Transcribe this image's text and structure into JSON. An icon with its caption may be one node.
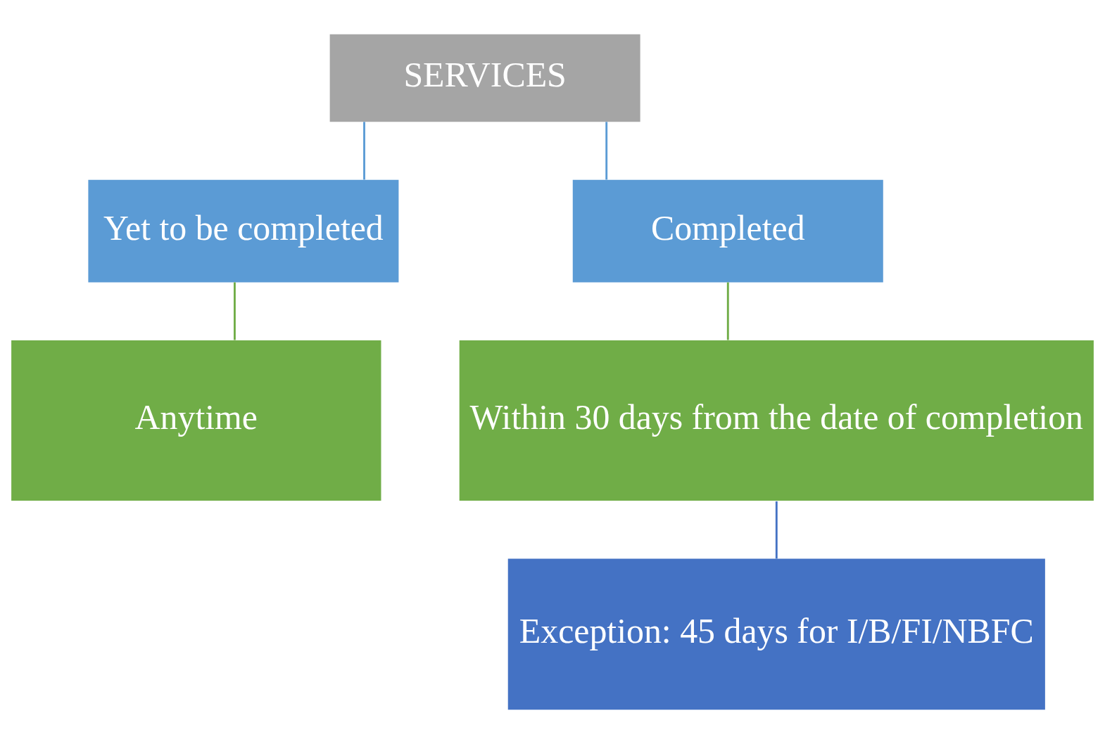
{
  "diagram": {
    "nodes": [
      {
        "text": [
          "SERVICES"
        ]
      },
      {
        "text": [
          "Yet to be completed"
        ]
      },
      {
        "text": [
          "Completed"
        ]
      },
      {
        "text": [
          "Anytime"
        ]
      },
      {
        "text": [
          "Within 30 days from the date of completion"
        ]
      },
      {
        "text": [
          "Exception: 45 days for I/B/FI/NBFC"
        ]
      }
    ],
    "edges": [
      {
        "from": 0,
        "to": 1,
        "arrow": "none",
        "color": "#5b9bd5"
      },
      {
        "from": 0,
        "to": 2,
        "arrow": "none",
        "color": "#5b9bd5"
      },
      {
        "from": 1,
        "to": 3,
        "arrow": "none",
        "color": "#70ad47"
      },
      {
        "from": 2,
        "to": 4,
        "arrow": "none",
        "color": "#70ad47"
      },
      {
        "from": 4,
        "to": 5,
        "arrow": "none",
        "color": "#4472c4"
      }
    ]
  }
}
